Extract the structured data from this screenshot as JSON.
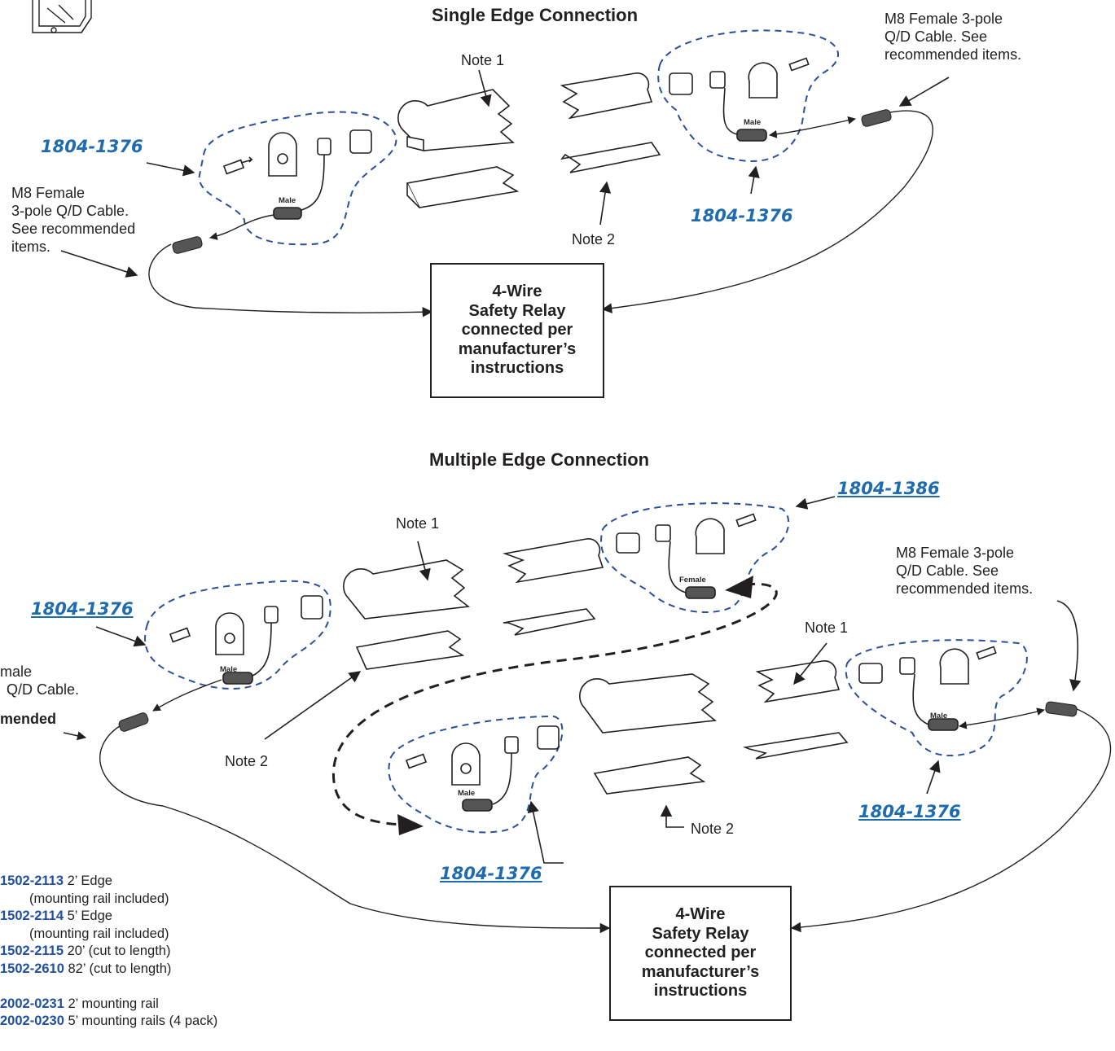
{
  "diagram": {
    "single": {
      "title": "Single Edge Connection",
      "note1": "Note 1",
      "note2": "Note 2",
      "pn_left": "1804-1376",
      "pn_right": "1804-1376",
      "cable_left": [
        "M8 Female",
        "3-pole Q/D Cable.",
        "See recommended",
        "items."
      ],
      "cable_right": [
        "M8 Female 3-pole",
        "Q/D Cable. See",
        "recommended items."
      ],
      "male_left": "Male",
      "male_right": "Male",
      "relay": [
        "4-Wire",
        "Safety Relay",
        "connected per",
        "manufacturer’s",
        "instructions"
      ]
    },
    "multiple": {
      "title": "Multiple Edge Connection",
      "note1_a": "Note 1",
      "note1_b": "Note 1",
      "note2_a": "Note 2",
      "note2_b": "Note 2",
      "pn_top": "1804-1386",
      "pn_left": "1804-1376",
      "pn_bottom": "1804-1376",
      "pn_right": "1804-1376",
      "cable_left": [
        "male",
        "Q/D Cable.",
        "mended"
      ],
      "cable_right": [
        "M8 Female 3-pole",
        "Q/D Cable. See",
        "recommended items."
      ],
      "female": "Female",
      "male_left": "Male",
      "male_bottom": "Male",
      "male_right": "Male",
      "relay": [
        "4-Wire",
        "Safety Relay",
        "connected per",
        "manufacturer’s",
        "instructions"
      ]
    },
    "items": [
      {
        "code": "1502-2113",
        "text": " 2’ Edge"
      },
      {
        "code": "",
        "text": "(mounting rail included)"
      },
      {
        "code": "1502-2114",
        "text": " 5’ Edge"
      },
      {
        "code": "",
        "text": "(mounting rail included)"
      },
      {
        "code": "1502-2115",
        "text": " 20’ (cut to length)"
      },
      {
        "code": "1502-2610",
        "text": " 82’ (cut to length)"
      },
      {
        "code": "",
        "text": ""
      },
      {
        "code": "2002-0231",
        "text": " 2’ mounting rail"
      },
      {
        "code": "2002-0230",
        "text": " 5’ mounting rails (4 pack)"
      }
    ],
    "colors": {
      "part_number": "#1f6bb0",
      "item_code": "#1f4f9e",
      "dashed_group": "#2a4f9c",
      "line": "#231f20"
    }
  }
}
